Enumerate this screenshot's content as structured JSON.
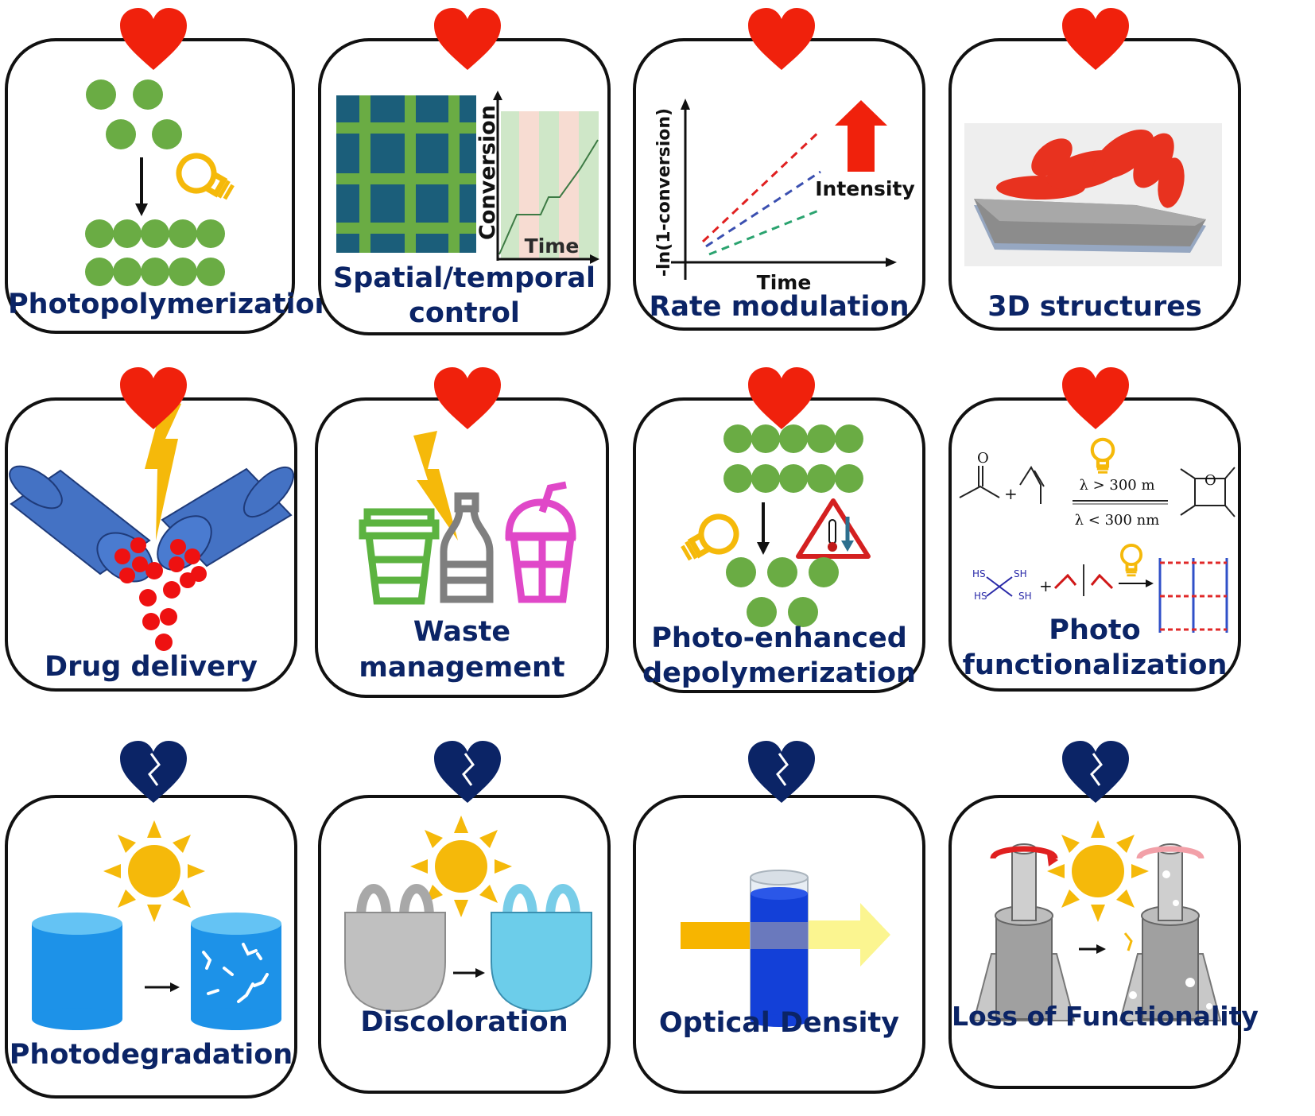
{
  "colors": {
    "label_navy": "#0b2466",
    "heart_red": "#f0210c",
    "broken_heart_navy": "#0b2466",
    "monomer_green": "#6aac44",
    "bulb_yellow": "#f5b90a",
    "drug_red": "#ee1111",
    "capsule_blue": "#4472c4",
    "sun_yellow": "#f5b90a"
  },
  "cards": [
    {
      "id": "photopolymerization",
      "lines": [
        "Photopolymerization"
      ],
      "badge": "heart-icon"
    },
    {
      "id": "spatial-temporal",
      "lines": [
        "Spatial/temporal",
        "control"
      ],
      "badge": "heart-icon",
      "plot": {
        "ylabel": "Conversion",
        "xlabel": "Time"
      }
    },
    {
      "id": "rate-modulation",
      "lines": [
        "Rate modulation"
      ],
      "badge": "heart-icon",
      "plot": {
        "ylabel": "-ln(1-conversion)",
        "xlabel": "Time",
        "arrow_label": "Intensity"
      }
    },
    {
      "id": "3d-structures",
      "lines": [
        "3D structures"
      ],
      "badge": "heart-icon"
    },
    {
      "id": "drug-delivery",
      "lines": [
        "Drug delivery"
      ],
      "badge": "heart-icon"
    },
    {
      "id": "waste-management",
      "lines": [
        "Waste",
        "management"
      ],
      "badge": "heart-icon"
    },
    {
      "id": "photo-depolymerization",
      "lines": [
        "Photo-enhanced",
        "depolymerization"
      ],
      "badge": "heart-icon"
    },
    {
      "id": "photo-functionalization",
      "lines": [
        "Photo",
        "functionalization"
      ],
      "badge": "heart-icon",
      "reaction": {
        "forward": "λ > 300 m",
        "reverse": "λ < 300 nm",
        "plus": "+",
        "thiol": "SH",
        "thiol_hs": "HS"
      }
    },
    {
      "id": "photodegradation",
      "lines": [
        "Photodegradation"
      ],
      "badge": "broken-heart-icon"
    },
    {
      "id": "discoloration",
      "lines": [
        "Discoloration"
      ],
      "badge": "broken-heart-icon"
    },
    {
      "id": "optical-density",
      "lines": [
        "Optical Density"
      ],
      "badge": "broken-heart-icon"
    },
    {
      "id": "loss-of-functionality",
      "lines": [
        "Loss of Functionality"
      ],
      "badge": "broken-heart-icon"
    }
  ]
}
